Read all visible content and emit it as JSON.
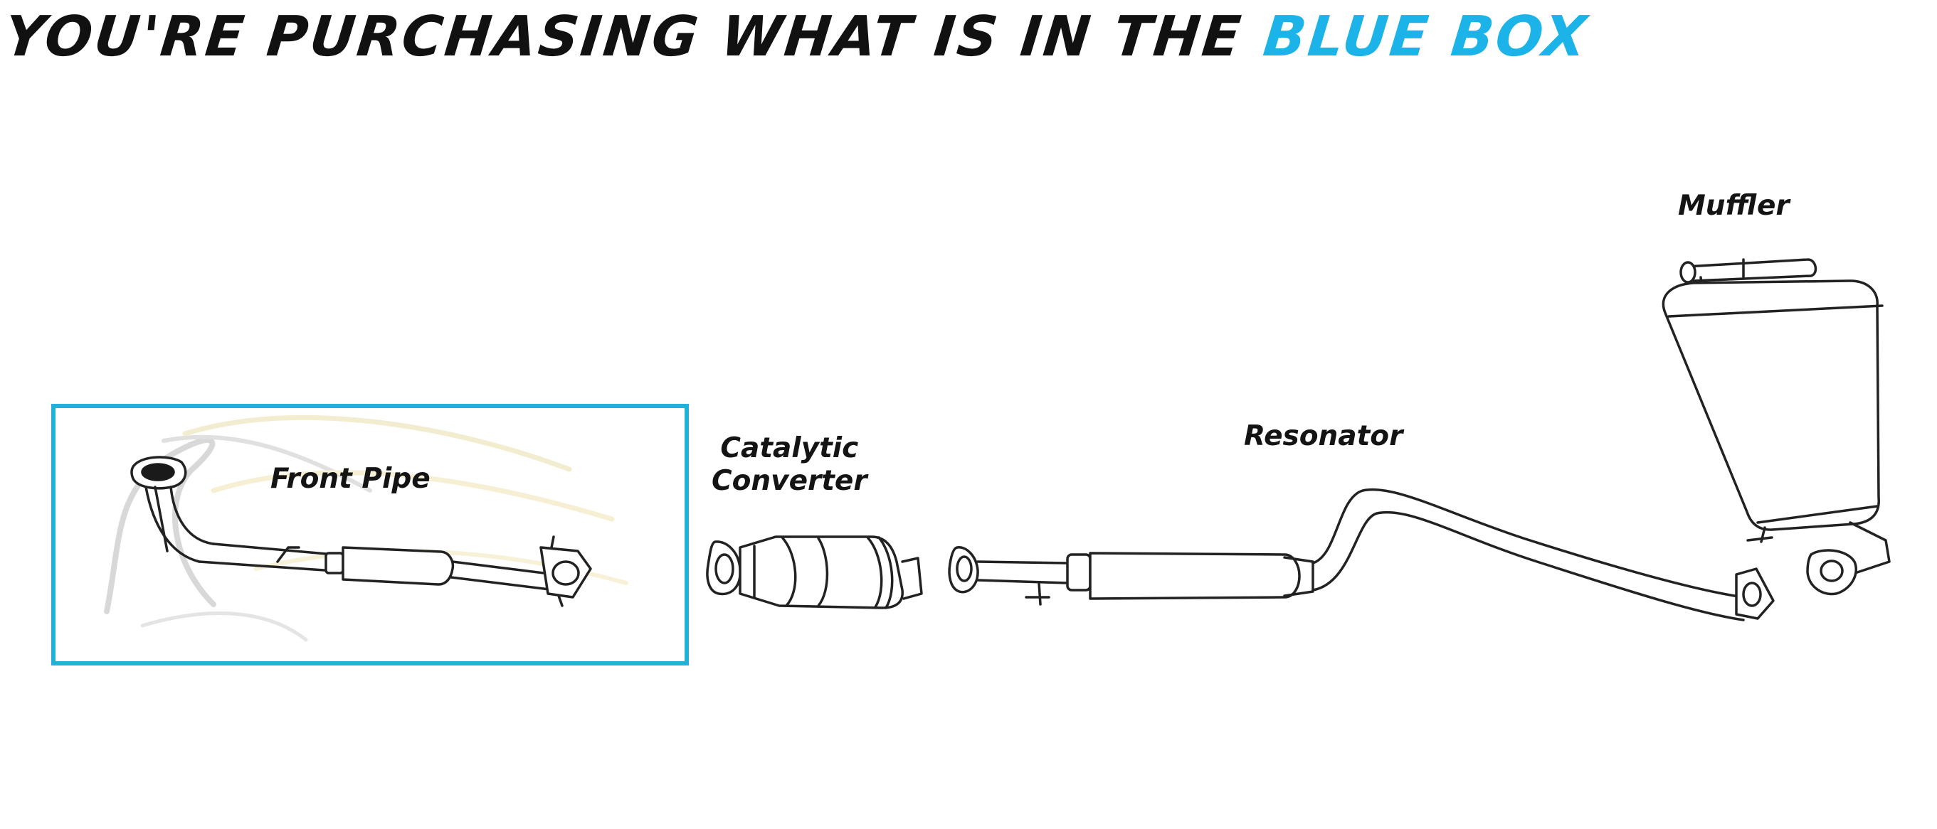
{
  "headline": {
    "text": "YOU'RE PURCHASING WHAT IS IN THE",
    "accent_text": "BLUE BOX",
    "accent_color": "#1bb3e8",
    "text_color": "#111111"
  },
  "selection_box": {
    "color": "#22b2d8"
  },
  "parts": {
    "front_pipe": {
      "label": "Front Pipe",
      "selected": true
    },
    "catalytic_converter": {
      "line1": "Catalytic",
      "line2": "Converter",
      "selected": false
    },
    "resonator": {
      "label": "Resonator",
      "selected": false
    },
    "muffler": {
      "label": "Muffler",
      "selected": false
    }
  }
}
